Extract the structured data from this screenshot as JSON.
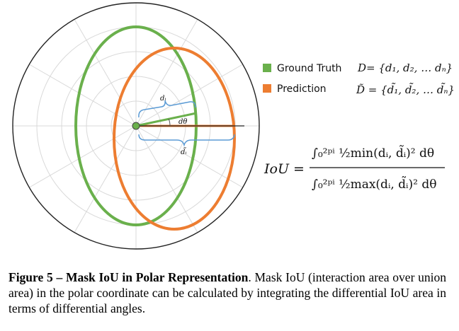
{
  "legend": {
    "ground_truth": {
      "label": "Ground Truth",
      "color": "#6ab04c",
      "set": "D= {d₁, d₂, … dₙ}"
    },
    "prediction": {
      "label": "Prediction",
      "color": "#ed7d31",
      "set": "D̃ = {d̃₁, d̃₂, … d̃ₙ}"
    }
  },
  "diagram_labels": {
    "di": "dᵢ",
    "dtheta": "dθ",
    "di_tilde": "d̃ᵢ"
  },
  "formula": {
    "lhs": "IoU =",
    "numerator": "∫₀²ᵖⁱ ½min(dᵢ, d̃ᵢ)² dθ",
    "denominator": "∫₀²ᵖⁱ ½max(dᵢ, d̃ᵢ)² dθ"
  },
  "caption": {
    "bold": "Figure 5 – Mask IoU in Polar Representation",
    "text": ". Mask IoU (interaction area over union area) in the polar coordinate can be calculated by integrating the differential IoU area in terms of differential angles."
  }
}
